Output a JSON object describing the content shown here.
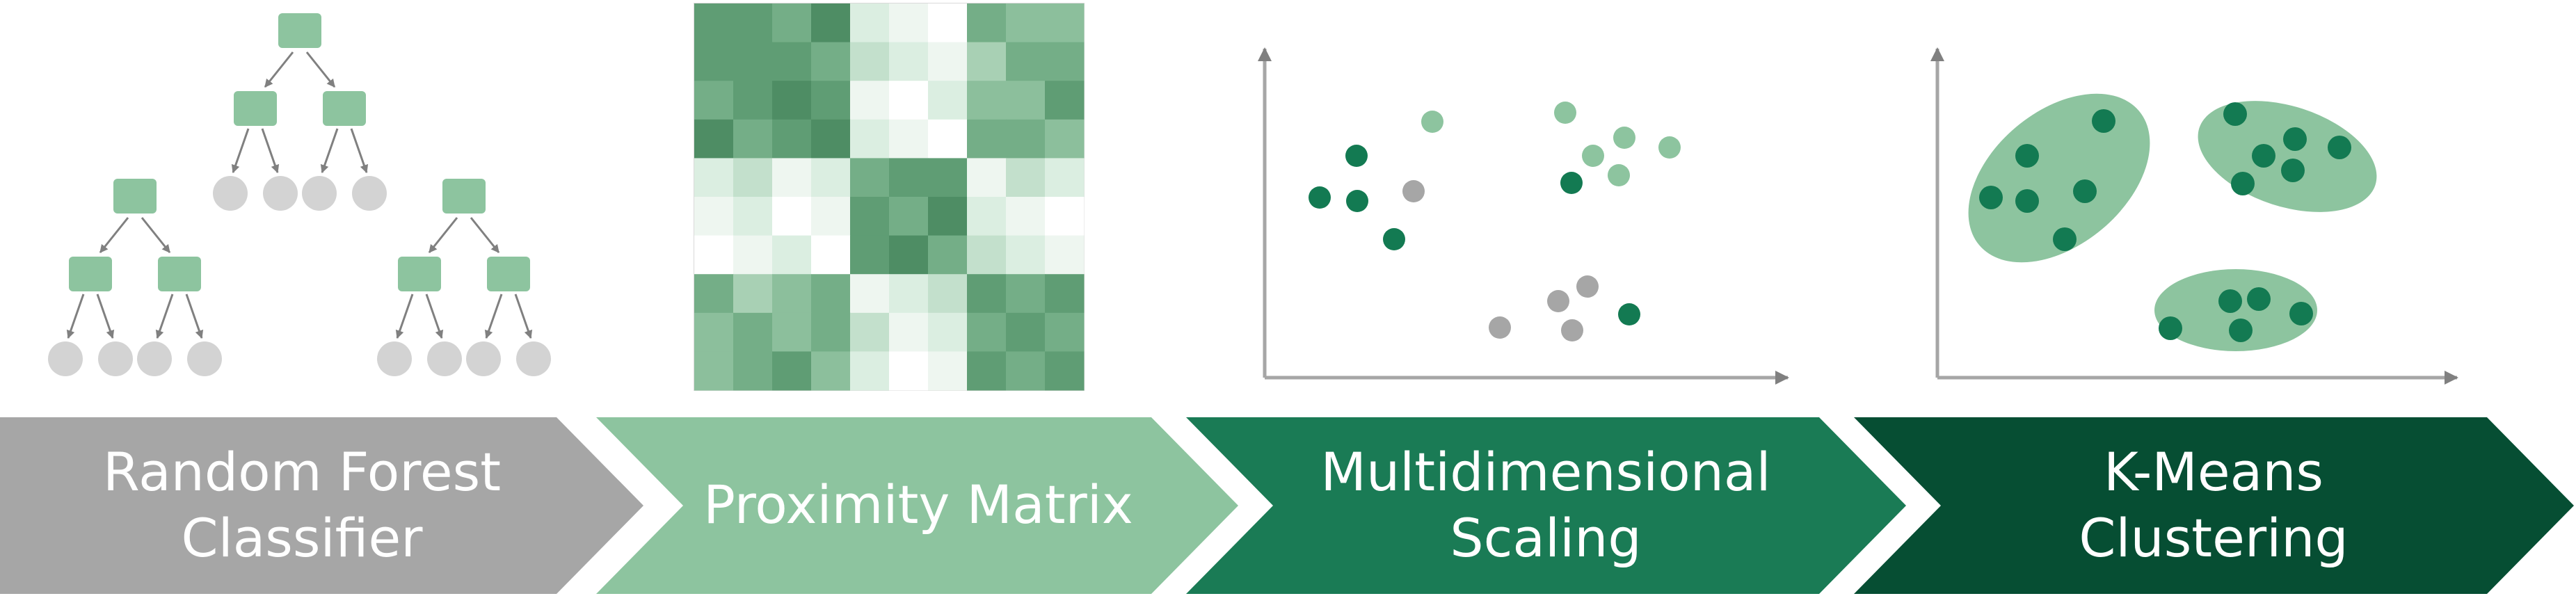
{
  "pipeline": {
    "stages": [
      {
        "line1": "Random Forest",
        "line2": "Classifier",
        "color": "#a6a6a6"
      },
      {
        "line1": "Proximity Matrix",
        "line2": "",
        "color": "#8dc49f"
      },
      {
        "line1": "Multidimensional",
        "line2": "Scaling",
        "color": "#1a7b55"
      },
      {
        "line1": "K-Means",
        "line2": "Clustering",
        "color": "#064e33"
      }
    ]
  },
  "colors": {
    "tree_node": "#8dc49f",
    "leaf": "#d3d3d3",
    "arrow": "#808080",
    "point_dark": "#137a52",
    "point_light": "#8dc49f",
    "point_gray": "#a6a6a6",
    "cluster_fill": "#8dc49f",
    "axis": "#a6a6a6"
  },
  "icons": {
    "forest": "decision-trees",
    "matrix": "heatmap-grid",
    "mds": "scatter-plot",
    "kmeans": "cluster-ellipses"
  }
}
